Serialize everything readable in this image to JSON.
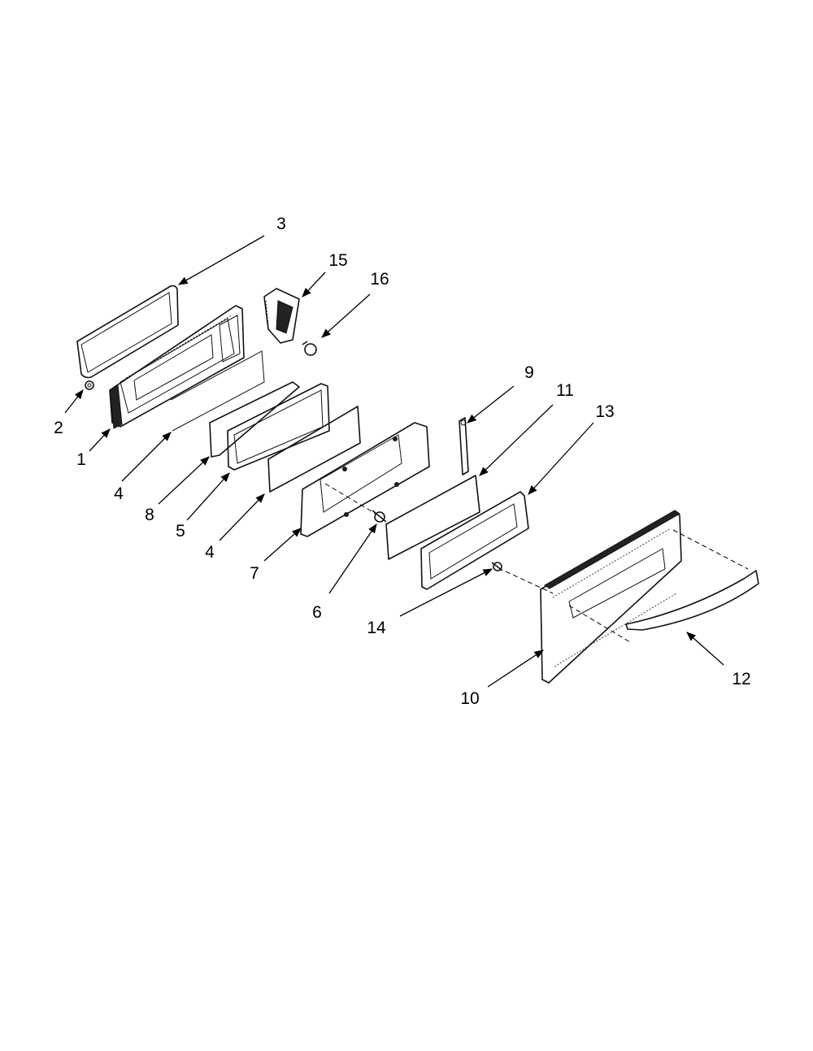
{
  "callouts": [
    {
      "id": "3",
      "text": "3"
    },
    {
      "id": "15",
      "text": "15"
    },
    {
      "id": "16",
      "text": "16"
    },
    {
      "id": "2",
      "text": "2"
    },
    {
      "id": "1",
      "text": "1"
    },
    {
      "id": "4a",
      "text": "4"
    },
    {
      "id": "8",
      "text": "8"
    },
    {
      "id": "5",
      "text": "5"
    },
    {
      "id": "4b",
      "text": "4"
    },
    {
      "id": "7",
      "text": "7"
    },
    {
      "id": "6",
      "text": "6"
    },
    {
      "id": "9",
      "text": "9"
    },
    {
      "id": "11",
      "text": "11"
    },
    {
      "id": "13",
      "text": "13"
    },
    {
      "id": "14",
      "text": "14"
    },
    {
      "id": "10",
      "text": "10"
    },
    {
      "id": "12",
      "text": "12"
    }
  ]
}
